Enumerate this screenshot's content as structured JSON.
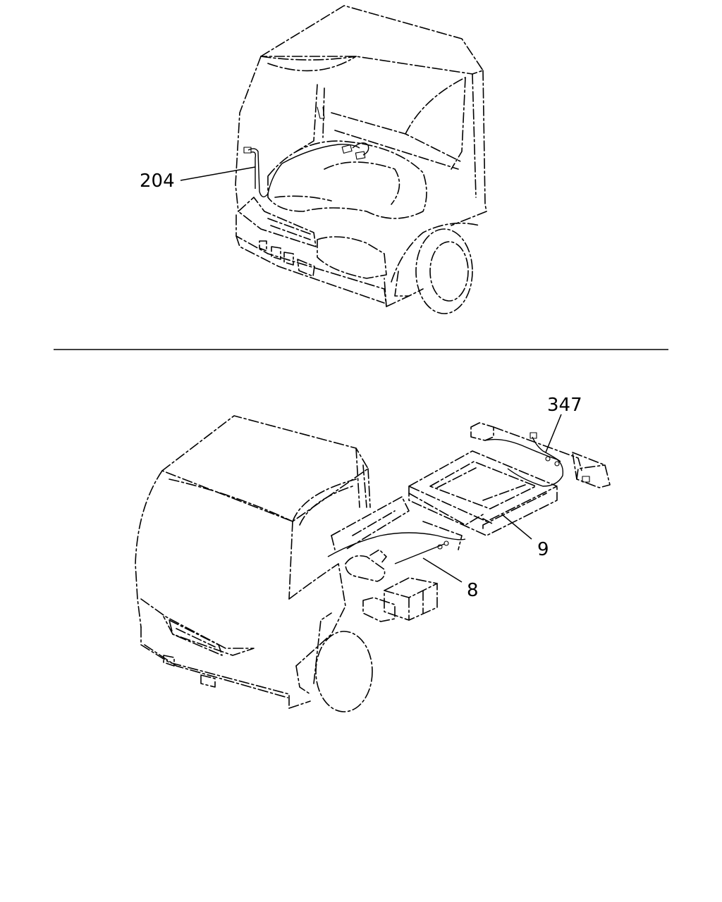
{
  "callouts": {
    "cab_harness": "204",
    "rear_harness": "347",
    "frame_harness_9": "9",
    "frame_harness_8": "8"
  }
}
